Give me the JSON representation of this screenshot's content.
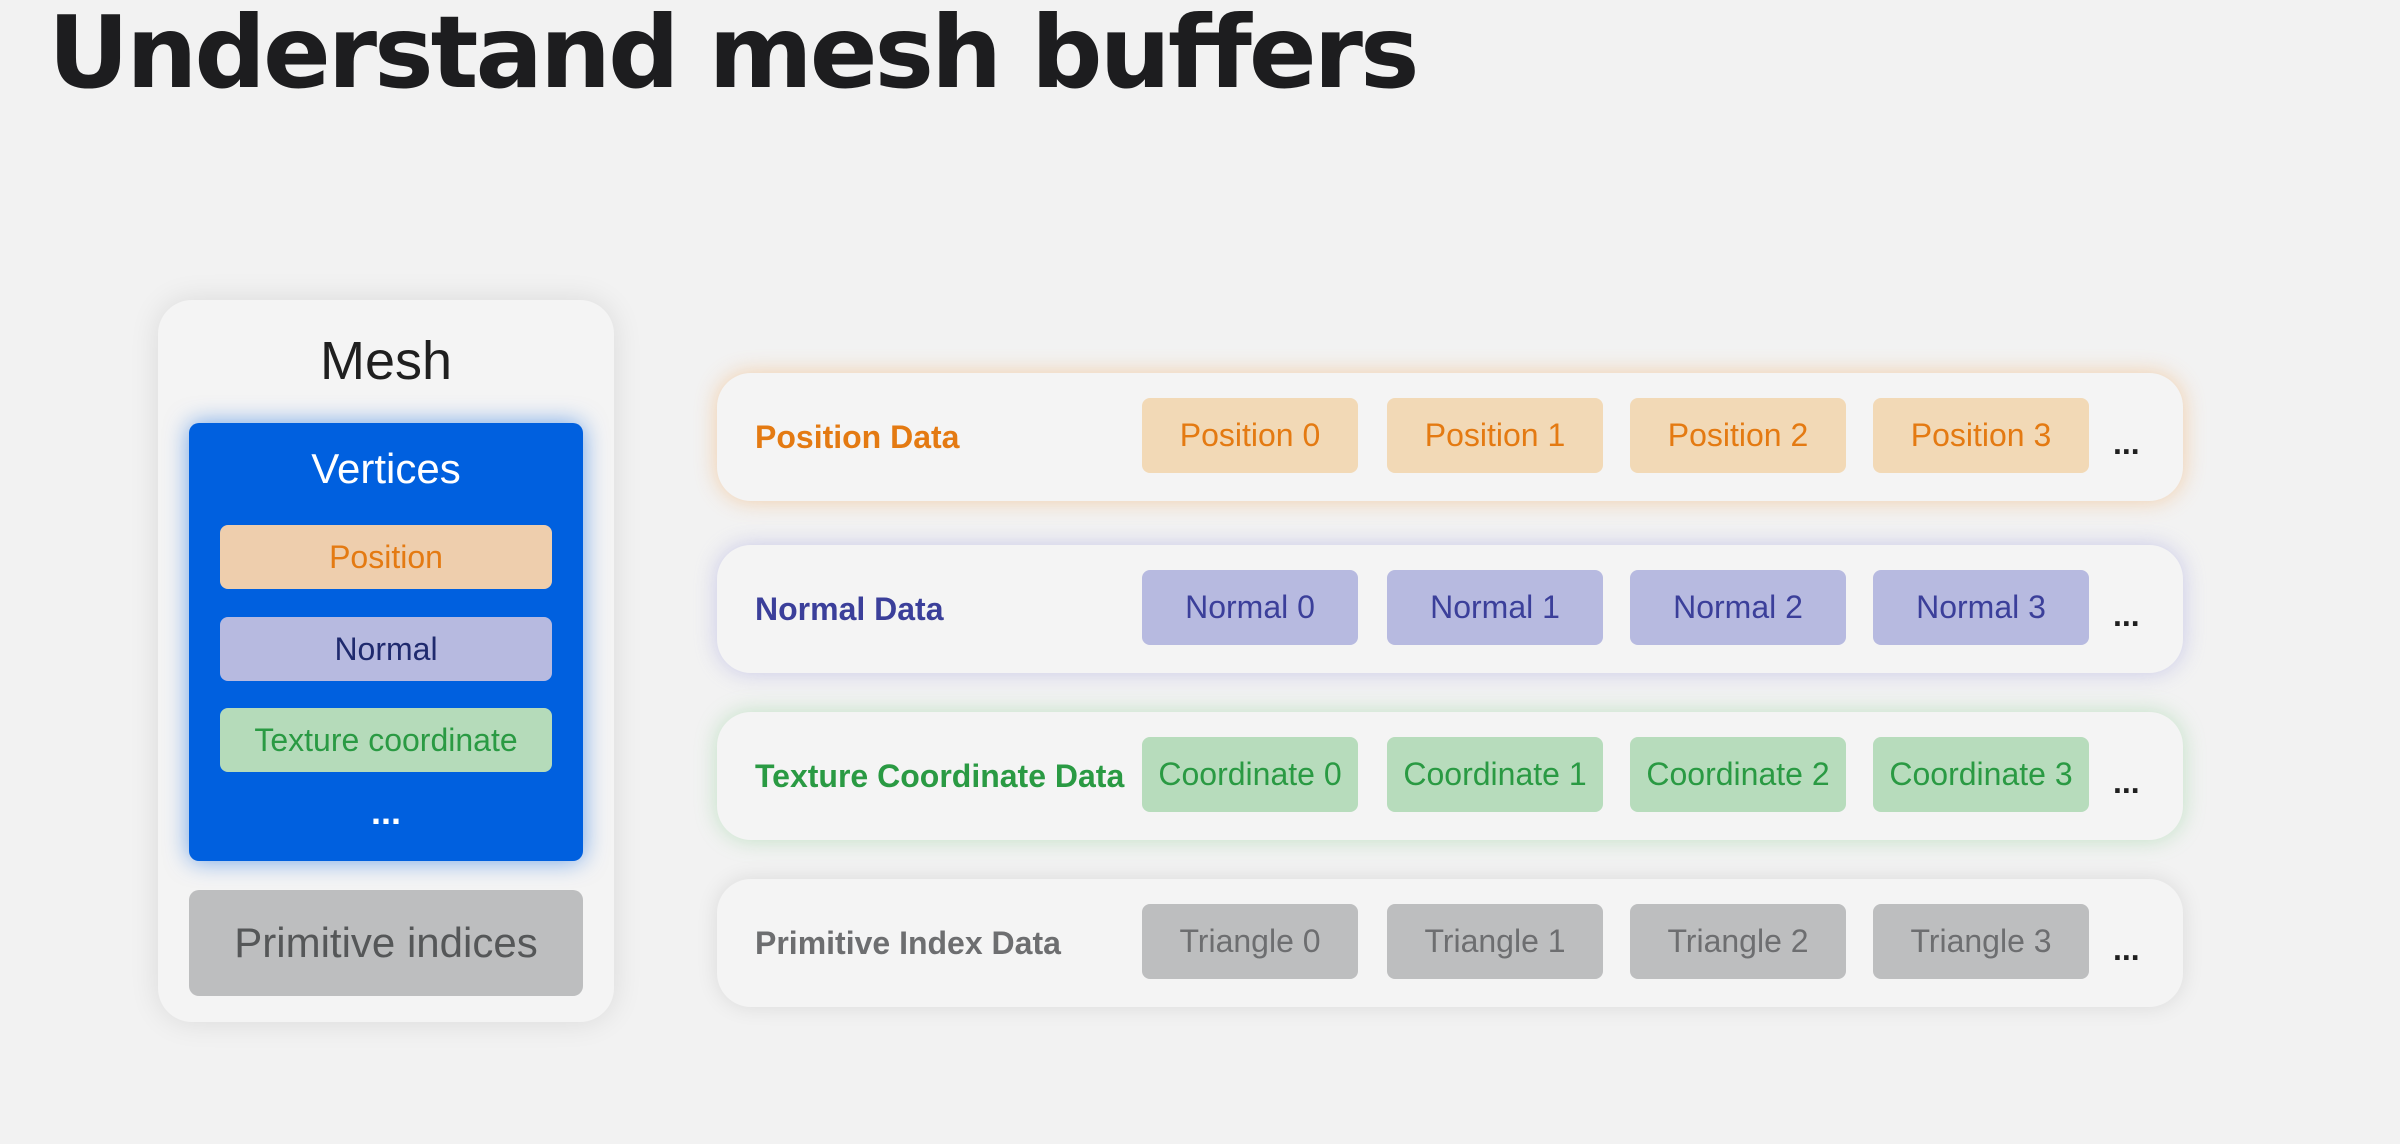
{
  "title": "Understand mesh buffers",
  "mesh": {
    "title": "Mesh",
    "vertices": {
      "title": "Vertices",
      "attributes": [
        "Position",
        "Normal",
        "Texture coordinate"
      ],
      "ellipsis": "..."
    },
    "primitive_indices": "Primitive indices"
  },
  "rows": [
    {
      "label": "Position Data",
      "cells": [
        "Position 0",
        "Position 1",
        "Position 2",
        "Position 3"
      ],
      "ellipsis": "..."
    },
    {
      "label": "Normal Data",
      "cells": [
        "Normal 0",
        "Normal 1",
        "Normal 2",
        "Normal 3"
      ],
      "ellipsis": "..."
    },
    {
      "label": "Texture Coordinate Data",
      "cells": [
        "Coordinate 0",
        "Coordinate 1",
        "Coordinate 2",
        "Coordinate 3"
      ],
      "ellipsis": "..."
    },
    {
      "label": "Primitive Index Data",
      "cells": [
        "Triangle 0",
        "Triangle 1",
        "Triangle 2",
        "Triangle 3"
      ],
      "ellipsis": "..."
    }
  ],
  "colors": {
    "position": "#e47a12",
    "normal": "#3b3f9a",
    "texture": "#2a9a43",
    "index": "#6d6e70",
    "vertices_bg": "#0060df"
  }
}
